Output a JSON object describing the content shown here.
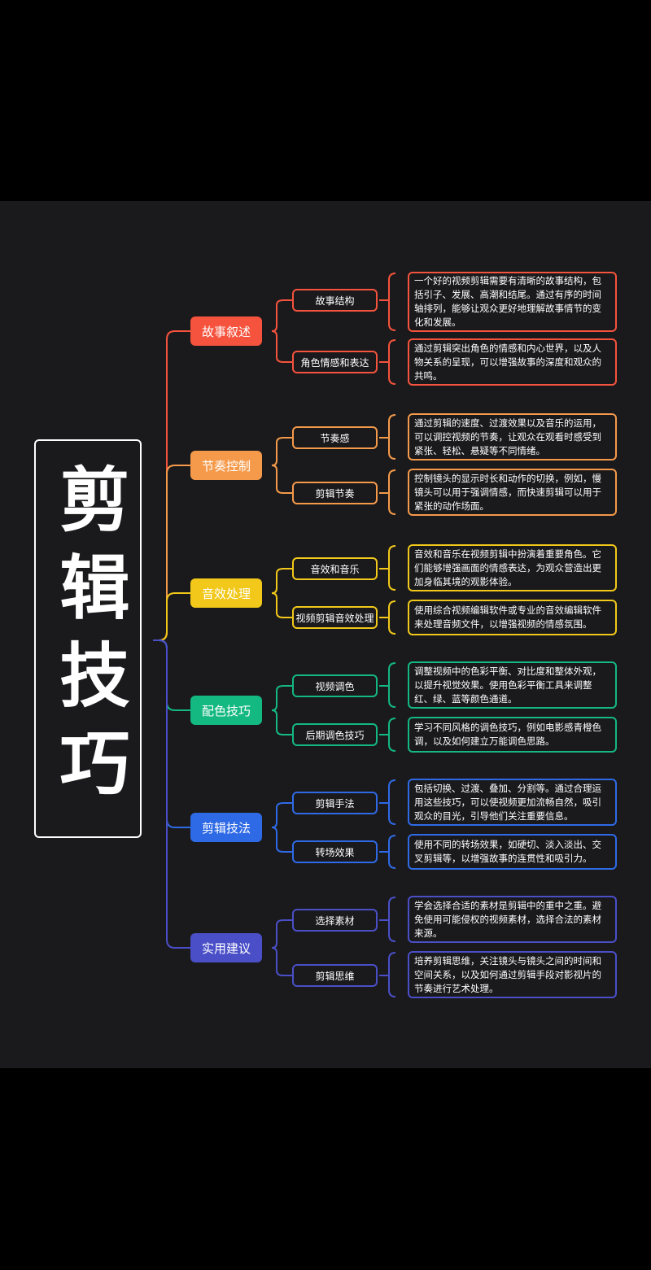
{
  "title": "剪辑技巧",
  "branches": [
    {
      "label": "故事叙述",
      "color": "#f5533d",
      "subs": [
        {
          "label": "故事结构",
          "desc": "一个好的视频剪辑需要有清晰的故事结构，包括引子、发展、高潮和结尾。通过有序的时间轴排列，能够让观众更好地理解故事情节的变化和发展。"
        },
        {
          "label": "角色情感和表达",
          "desc": "通过剪辑突出角色的情感和内心世界，以及人物关系的呈现，可以增强故事的深度和观众的共鸣。"
        }
      ]
    },
    {
      "label": "节奏控制",
      "color": "#f59a4a",
      "subs": [
        {
          "label": "节奏感",
          "desc": "通过剪辑的速度、过渡效果以及音乐的运用，可以调控视频的节奏，让观众在观看时感受到紧张、轻松、悬疑等不同情绪。"
        },
        {
          "label": "剪辑节奏",
          "desc": "控制镜头的显示时长和动作的切换，例如，慢镜头可以用于强调情感，而快速剪辑可以用于紧张的动作场面。"
        }
      ]
    },
    {
      "label": "音效处理",
      "color": "#f2c81a",
      "subs": [
        {
          "label": "音效和音乐",
          "desc": "音效和音乐在视频剪辑中扮演着重要角色。它们能够增强画面的情感表达，为观众营造出更加身临其境的观影体验。"
        },
        {
          "label": "视频剪辑音效处理",
          "desc": "使用综合视频编辑软件或专业的音效编辑软件来处理音频文件，以增强视频的情感氛围。"
        }
      ]
    },
    {
      "label": "配色技巧",
      "color": "#14b881",
      "subs": [
        {
          "label": "视频调色",
          "desc": "调整视频中的色彩平衡、对比度和整体外观，以提升视觉效果。使用色彩平衡工具来调整红、绿、蓝等颜色通道。"
        },
        {
          "label": "后期调色技巧",
          "desc": "学习不同风格的调色技巧，例如电影感青橙色调，以及如何建立万能调色思路。"
        }
      ]
    },
    {
      "label": "剪辑技法",
      "color": "#2f6ae6",
      "subs": [
        {
          "label": "剪辑手法",
          "desc": "包括切换、过渡、叠加、分割等。通过合理运用这些技巧，可以使视频更加流畅自然，吸引观众的目光，引导他们关注重要信息。"
        },
        {
          "label": "转场效果",
          "desc": "使用不同的转场效果，如硬切、淡入淡出、交叉剪辑等，以增强故事的连贯性和吸引力。"
        }
      ]
    },
    {
      "label": "实用建议",
      "color": "#4a4fc8",
      "subs": [
        {
          "label": "选择素材",
          "desc": "学会选择合适的素材是剪辑中的重中之重。避免使用可能侵权的视频素材，选择合法的素材来源。"
        },
        {
          "label": "剪辑思维",
          "desc": "培养剪辑思维，关注镜头与镜头之间的时间和空间关系，以及如何通过剪辑手段对影视片的节奏进行艺术处理。"
        }
      ]
    }
  ]
}
